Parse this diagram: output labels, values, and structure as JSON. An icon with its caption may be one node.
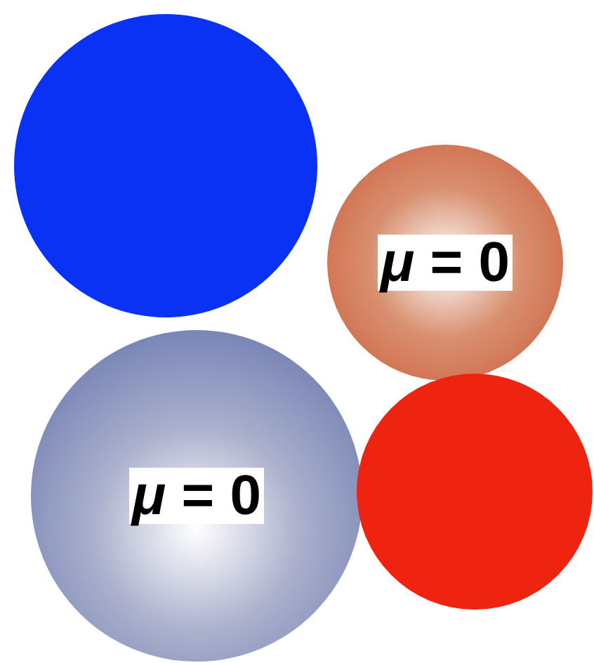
{
  "diagram": {
    "nodes": [
      {
        "text": [],
        "shape": "circle"
      },
      {
        "text": [
          "*μ* = 0"
        ]
      },
      {
        "text": [
          "*μ* = 0"
        ]
      },
      {
        "text": [],
        "shape": "circle"
      }
    ]
  }
}
